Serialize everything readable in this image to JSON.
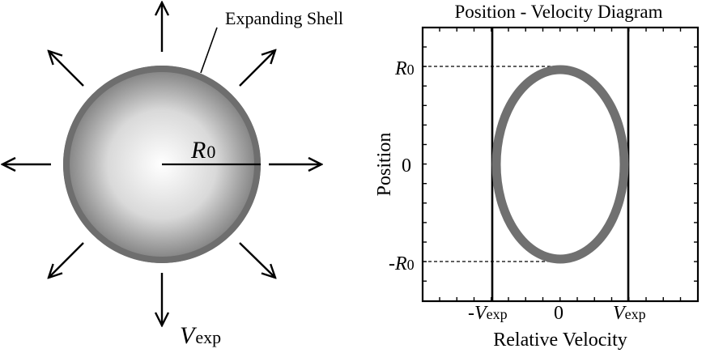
{
  "left_panel": {
    "shell_label": "Expanding Shell",
    "radius_symbol": "R",
    "radius_subscript": "0",
    "velocity_symbol": "V",
    "velocity_subscript": "exp"
  },
  "right_panel": {
    "title": "Position - Velocity Diagram",
    "xlabel": "Relative Velocity",
    "ylabel": "Position",
    "y_ticks": [
      {
        "prefix": "",
        "symbol": "R",
        "subscript": "0"
      },
      {
        "prefix": "",
        "symbol": "0",
        "subscript": ""
      },
      {
        "prefix": "-",
        "symbol": "R",
        "subscript": "0"
      }
    ],
    "x_ticks": [
      {
        "prefix": "-",
        "symbol": "V",
        "subscript": "exp"
      },
      {
        "prefix": "",
        "symbol": "0",
        "subscript": ""
      },
      {
        "prefix": "",
        "symbol": "V",
        "subscript": "exp"
      }
    ]
  },
  "colors": {
    "shell_edge": "#707070",
    "shell_center": "#ffffff",
    "ellipse": "#707070",
    "ink": "#000000"
  }
}
